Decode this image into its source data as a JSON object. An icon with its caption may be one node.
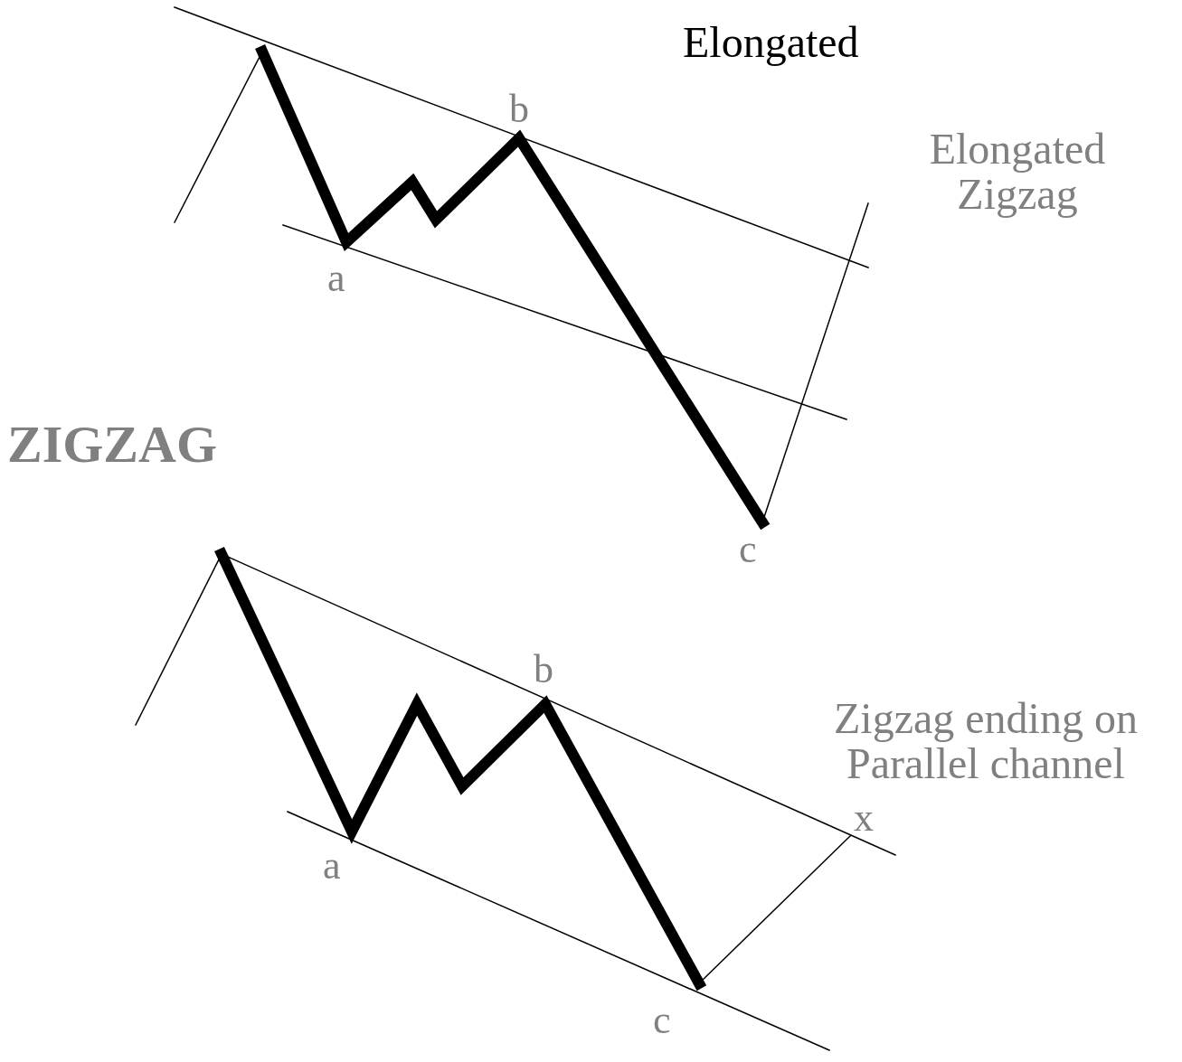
{
  "diagram": {
    "title": "ZIGZAG",
    "labels": [
      "Elongated",
      "b",
      "Elongated Zigzag",
      "a",
      "c",
      "b",
      "Zigzag ending on Parallel channel",
      "x",
      "a",
      "c"
    ]
  }
}
